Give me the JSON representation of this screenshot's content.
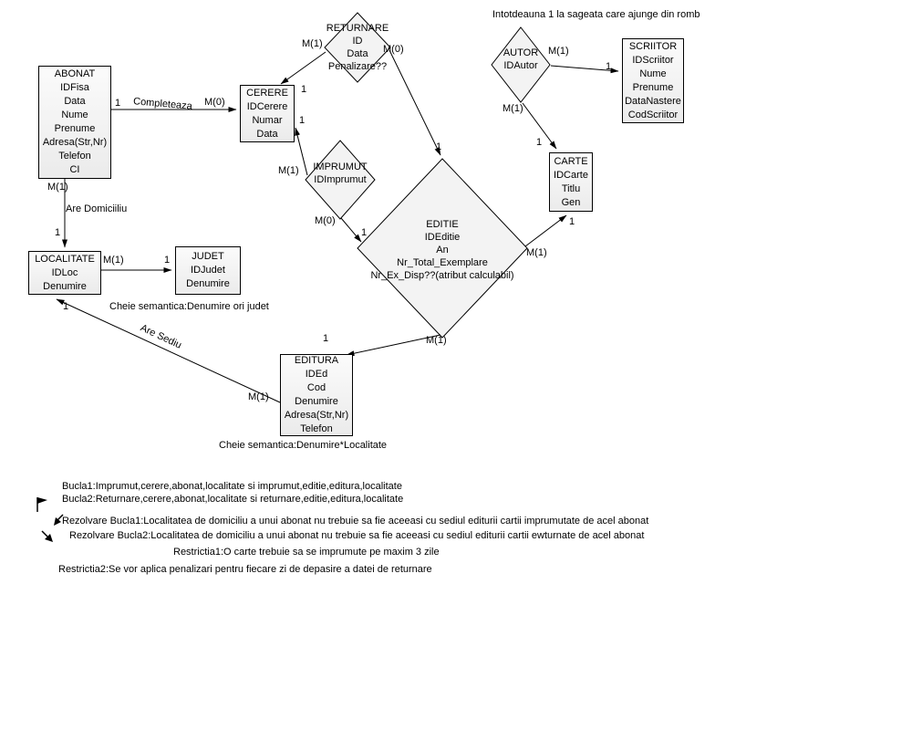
{
  "diagram": {
    "notes": {
      "top": "Intotdeauna 1 la sageata care ajunge din romb",
      "judet_key": "Cheie semantica:Denumire ori judet",
      "editura_key": "Cheie semantica:Denumire*Localitate",
      "bucla1": "Bucla1:Imprumut,cerere,abonat,localitate si imprumut,editie,editura,localitate",
      "bucla2": "Bucla2:Returnare,cerere,abonat,localitate si returnare,editie,editura,localitate",
      "rezolvare1": "Rezolvare Bucla1:Localitatea de domiciliu a unui abonat nu trebuie sa fie aceeasi cu sediul editurii cartii imprumutate de acel abonat",
      "rezolvare2": "Rezolvare Bucla2:Localitatea de domiciliu a unui abonat nu trebuie sa fie aceeasi cu sediul editurii cartii ewturnate de acel abonat",
      "restrictia1": "Restrictia1:O carte trebuie sa se imprumute pe maxim 3 zile",
      "restrictia2": "Restrictia2:Se vor aplica penalizari pentru fiecare zi de depasire a datei de returnare"
    },
    "entities": {
      "abonat": {
        "title": "ABONAT",
        "attributes": [
          "IDFisa",
          "Data",
          "Nume",
          "Prenume",
          "Adresa(Str,Nr)",
          "Telefon",
          "CI"
        ]
      },
      "cerere": {
        "title": "CERERE",
        "attributes": [
          "IDCerere",
          "Numar",
          "Data"
        ]
      },
      "scriitor": {
        "title": "SCRIITOR",
        "attributes": [
          "IDScriitor",
          "Nume",
          "Prenume",
          "DataNastere",
          "CodScriitor"
        ]
      },
      "carte": {
        "title": "CARTE",
        "attributes": [
          "IDCarte",
          "Titlu",
          "Gen"
        ]
      },
      "localitate": {
        "title": "LOCALITATE",
        "attributes": [
          "IDLoc",
          "Denumire"
        ]
      },
      "judet": {
        "title": "JUDET",
        "attributes": [
          "IDJudet",
          "Denumire"
        ]
      },
      "editura": {
        "title": "EDITURA",
        "attributes": [
          "IDEd",
          "Cod",
          "Denumire",
          "Adresa(Str,Nr)",
          "Telefon"
        ]
      }
    },
    "relationships": {
      "returnare": {
        "title": "RETURNARE",
        "attributes": [
          "ID",
          "Data",
          "Penalizare??"
        ]
      },
      "imprumut": {
        "title": "IMPRUMUT",
        "attributes": [
          "IDImprumut"
        ]
      },
      "editie": {
        "title": "EDITIE",
        "attributes": [
          "IDEditie",
          "An",
          "Nr_Total_Exemplare",
          "Nr_Ex_Disp??(atribut calculabil)"
        ]
      },
      "autor": {
        "title": "AUTOR",
        "attributes": [
          "IDAutor"
        ]
      }
    },
    "edge_labels": {
      "completeaza": "Completeaza",
      "are_domiciliu": "Are Domiciiliu",
      "are_sediu": "Are Sediu"
    },
    "cardinalities": {
      "abonat_cerere_1": "1",
      "abonat_cerere_m0": "M(0)",
      "returnare_cerere_m1": "M(1)",
      "returnare_cerere_1": "1",
      "returnare_editie_m0": "M(0)",
      "returnare_editie_1": "1",
      "imprumut_cerere_1": "1",
      "imprumut_cerere_m1": "M(1)",
      "imprumut_editie_m0": "M(0)",
      "imprumut_editie_1": "1",
      "abonat_localitate_m1": "M(1)",
      "abonat_localitate_1": "1",
      "localitate_judet_m1": "M(1)",
      "localitate_judet_1": "1",
      "are_sediu_1": "1",
      "are_sediu_m1": "M(1)",
      "editie_editura_1": "1",
      "editie_editura_m1": "M(1)",
      "editie_carte_m1": "M(1)",
      "editie_carte_1": "1",
      "autor_carte_m1": "M(1)",
      "autor_carte_1": "1",
      "autor_scriitor_m1": "M(1)",
      "autor_scriitor_1": "1"
    },
    "colors": {
      "shape_fill": "#f3f3f3",
      "shape_stroke": "#000000",
      "text": "#000000",
      "background": "#ffffff"
    },
    "icons": [
      "flag-icon",
      "arrow-down-left-icon",
      "arrow-down-right-icon"
    ]
  }
}
